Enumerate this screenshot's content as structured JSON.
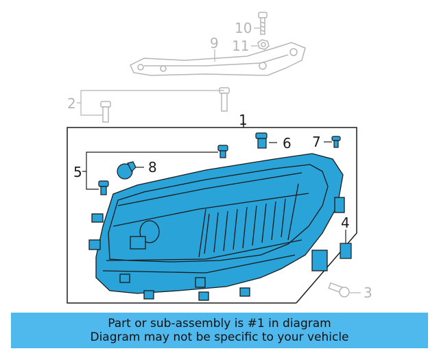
{
  "callouts": {
    "c1": "1",
    "c2": "2",
    "c3": "3",
    "c4": "4",
    "c5": "5",
    "c6": "6",
    "c7": "7",
    "c8": "8",
    "c9": "9",
    "c10": "10",
    "c11": "11"
  },
  "banner": {
    "line1": "Part or sub-assembly is #1 in diagram",
    "line2": "Diagram may not be specific to your vehicle"
  },
  "colors": {
    "highlight": "#2aa3d8",
    "banner": "#4fb9ee",
    "grey_parts": "#b5b5b5",
    "outline": "#1a1a1a"
  },
  "icons": {
    "headlamp": "headlamp-assembly-icon",
    "bracket": "mounting-bracket-icon",
    "bolt": "bolt-icon",
    "nut": "nut-icon",
    "clip": "clip-icon"
  }
}
